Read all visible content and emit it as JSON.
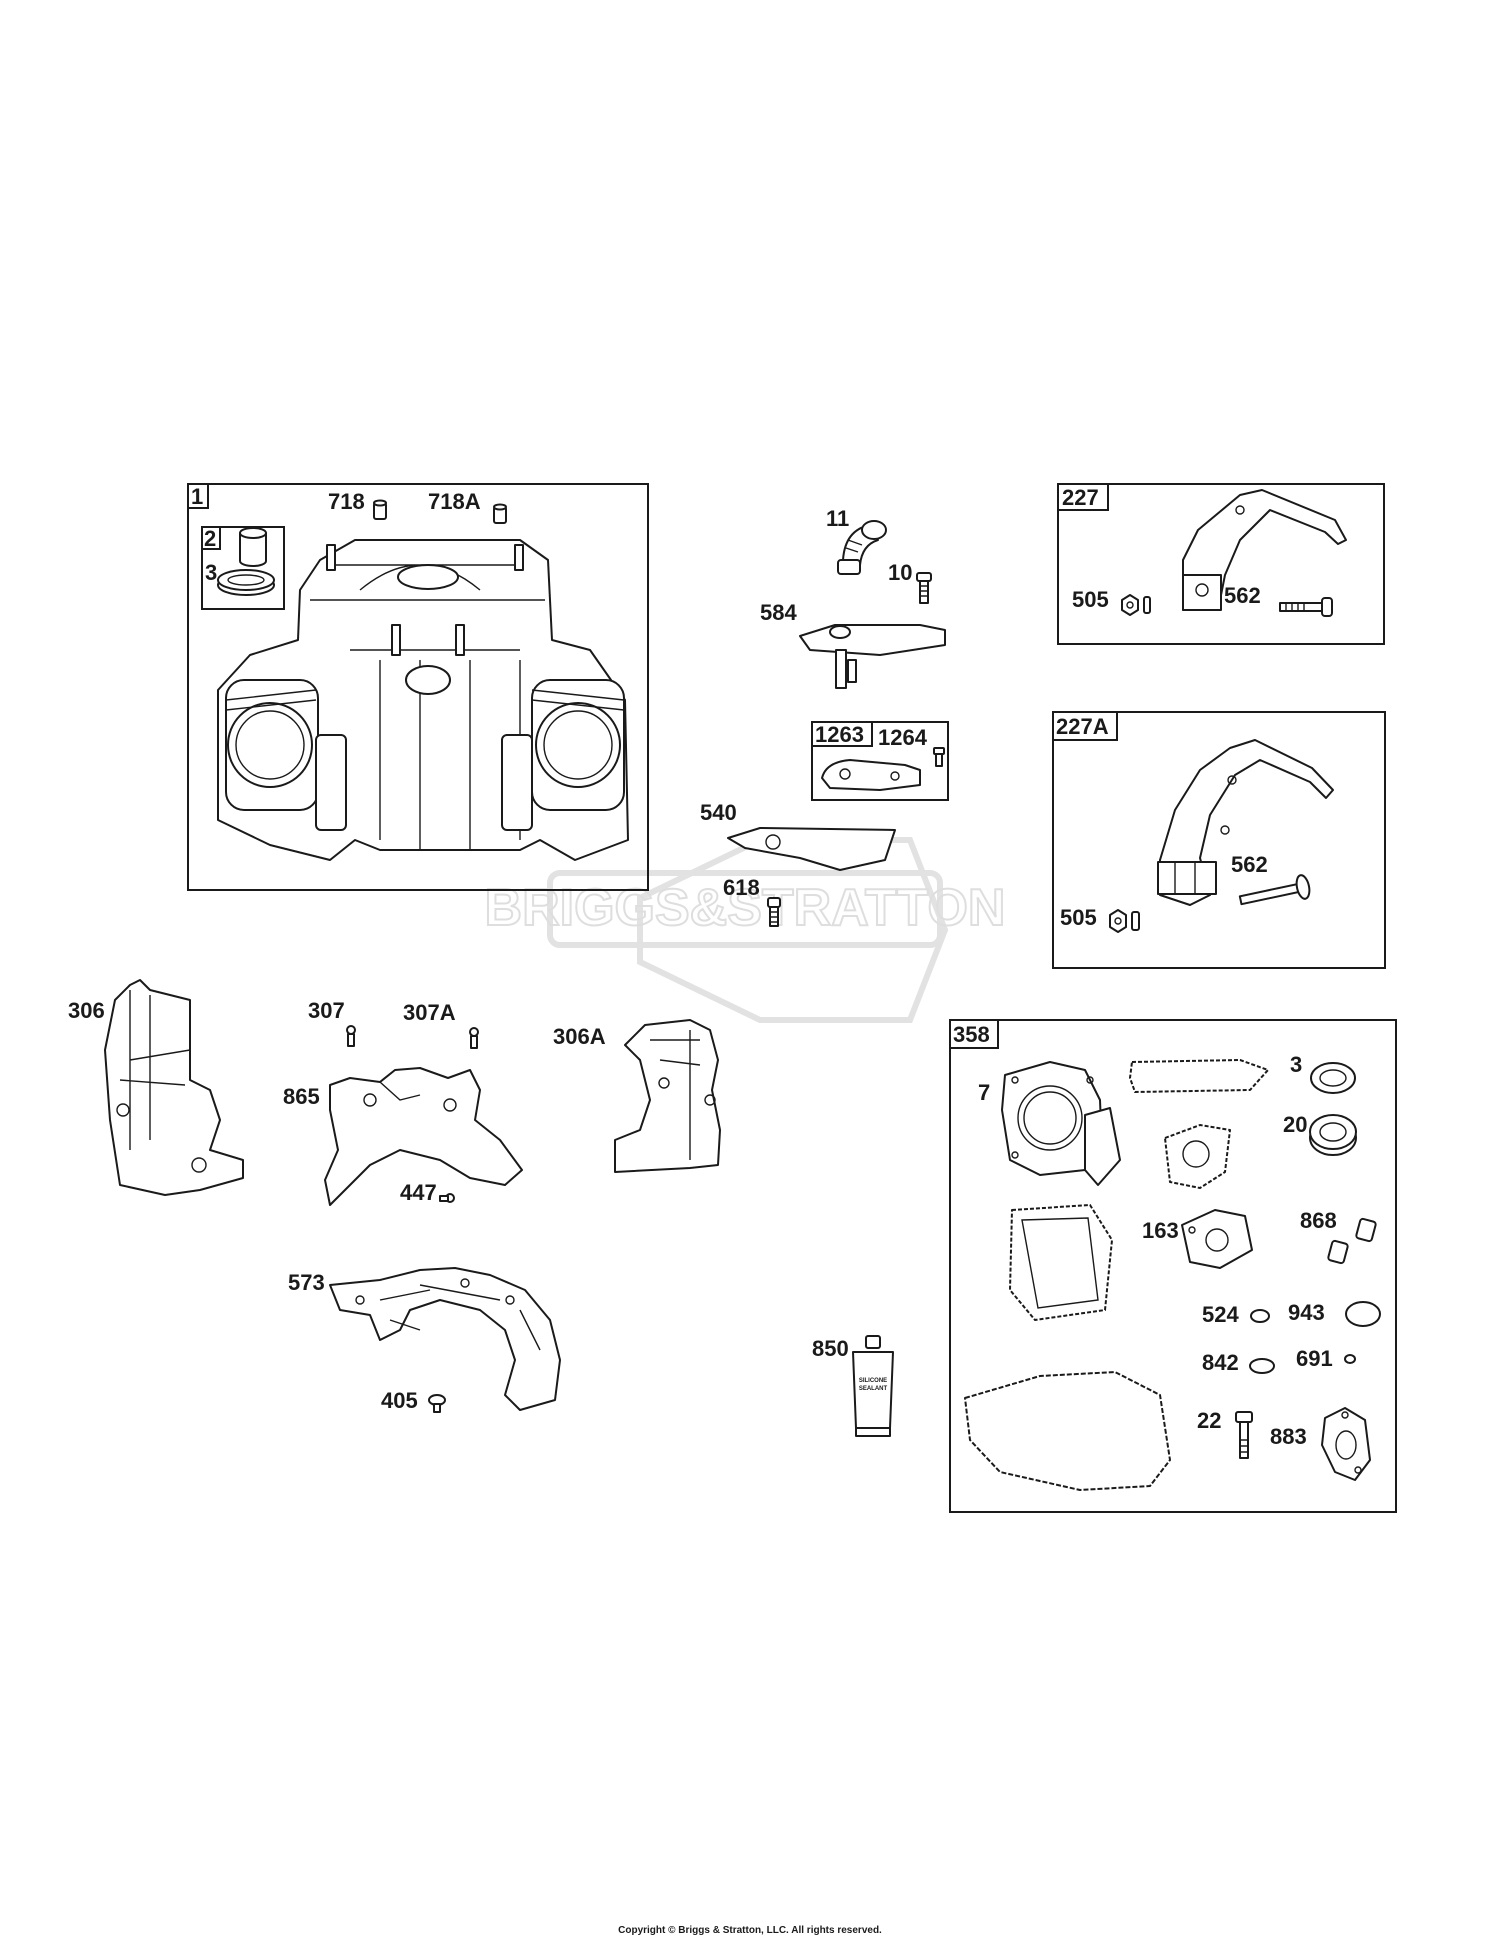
{
  "watermark": {
    "brand": "BRIGGS&STRATTON"
  },
  "copyright": "Copyright © Briggs & Stratton, LLC. All rights reserved.",
  "groups": {
    "g1": "1",
    "g2": "2",
    "g227": "227",
    "g227a": "227A",
    "g1263": "1263",
    "g358": "358"
  },
  "labels": {
    "p3a": "3",
    "p718": "718",
    "p718a": "718A",
    "p11": "11",
    "p10": "10",
    "p584": "584",
    "p1264": "1264",
    "p540": "540",
    "p618": "618",
    "p505a": "505",
    "p562a": "562",
    "p562b": "562",
    "p505b": "505",
    "p306": "306",
    "p307": "307",
    "p307a": "307A",
    "p306a": "306A",
    "p865": "865",
    "p447": "447",
    "p573": "573",
    "p405": "405",
    "p850": "850",
    "p7": "7",
    "p3b": "3",
    "p20": "20",
    "p163": "163",
    "p868": "868",
    "p524": "524",
    "p943": "943",
    "p842": "842",
    "p691": "691",
    "p22": "22",
    "p883": "883"
  },
  "sealant_tube_text": [
    "SILICONE",
    "SEALANT"
  ]
}
